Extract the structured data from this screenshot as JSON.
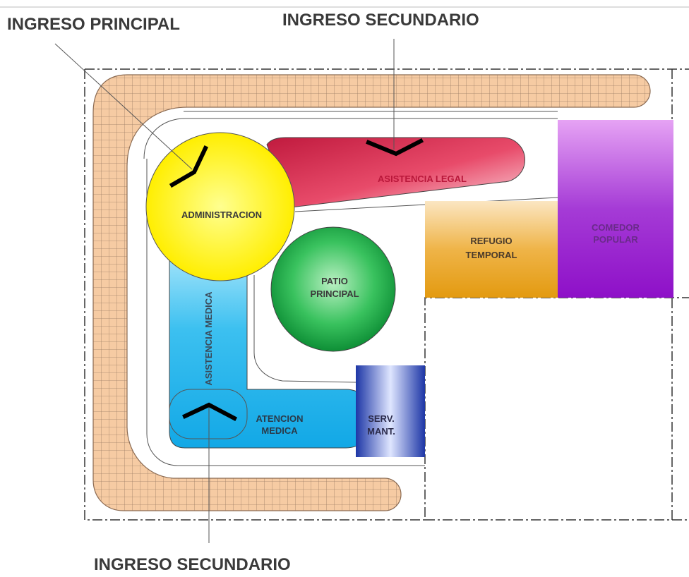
{
  "entrances": {
    "main": "INGRESO PRINCIPAL",
    "secondary_top": "INGRESO SECUNDARIO",
    "secondary_bottom": "INGRESO SECUNDARIO"
  },
  "zones": {
    "administracion": "ADMINISTRACION",
    "asistencia_legal": "ASISTENCIA LEGAL",
    "patio_line1": "PATIO",
    "patio_line2": "PRINCIPAL",
    "asistencia_medica": "ASISTENCIA MEDICA",
    "atencion_line1": "ATENCION",
    "atencion_line2": "MEDICA",
    "serv_line1": "SERV.",
    "serv_line2": "MANT.",
    "refugio_line1": "REFUGIO",
    "refugio_line2": "TEMPORAL",
    "comedor_line1": "COMEDOR",
    "comedor_line2": "POPULAR"
  },
  "colors": {
    "hatch_fill": "#f5c9a0",
    "hatch_line": "#a0806a",
    "administracion": "#ffff2a",
    "asistencia_legal": "#d3254a",
    "patio": "#22b34a",
    "asistencia_medica": "#21b6ea",
    "serv_mant": "#2845b5",
    "refugio": "#e6a21a",
    "comedor": "#9b14d6"
  }
}
